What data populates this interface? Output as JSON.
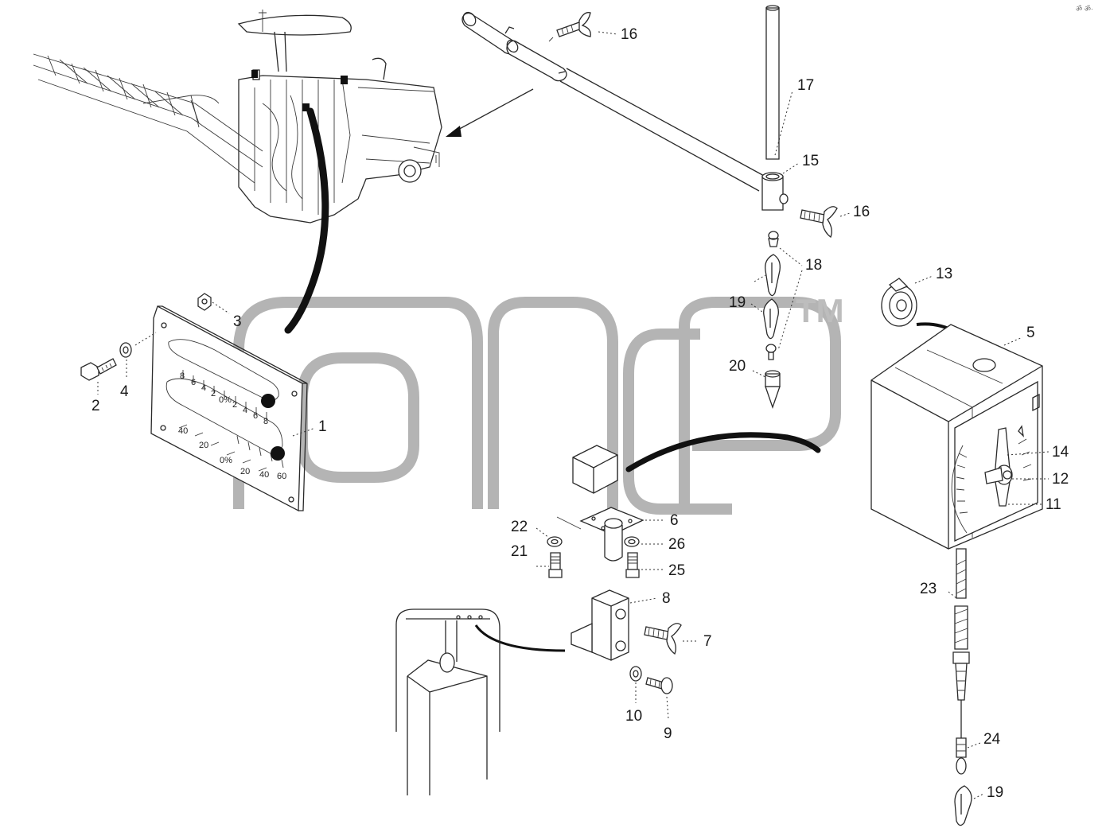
{
  "diagram": {
    "corner_stamp": "ॐ ॐ·",
    "watermark": {
      "trademark": "TM"
    },
    "clinometer_scale": {
      "upper": [
        "8",
        "6",
        "4",
        "2",
        "0%",
        "2",
        "4",
        "6",
        "8"
      ],
      "lower": [
        "40",
        "20",
        "0%",
        "20",
        "40",
        "60"
      ]
    },
    "callouts": [
      {
        "id": "c1",
        "text": "1"
      },
      {
        "id": "c2",
        "text": "2"
      },
      {
        "id": "c3",
        "text": "3"
      },
      {
        "id": "c4",
        "text": "4"
      },
      {
        "id": "c5",
        "text": "5"
      },
      {
        "id": "c6",
        "text": "6"
      },
      {
        "id": "c7",
        "text": "7"
      },
      {
        "id": "c8",
        "text": "8"
      },
      {
        "id": "c9",
        "text": "9"
      },
      {
        "id": "c10",
        "text": "10"
      },
      {
        "id": "c11",
        "text": "11"
      },
      {
        "id": "c12",
        "text": "12"
      },
      {
        "id": "c13",
        "text": "13"
      },
      {
        "id": "c14",
        "text": "14"
      },
      {
        "id": "c15",
        "text": "15"
      },
      {
        "id": "c16a",
        "text": "16"
      },
      {
        "id": "c16b",
        "text": "16"
      },
      {
        "id": "c17",
        "text": "17"
      },
      {
        "id": "c18",
        "text": "18"
      },
      {
        "id": "c19a",
        "text": "19"
      },
      {
        "id": "c19b",
        "text": "19"
      },
      {
        "id": "c20",
        "text": "20"
      },
      {
        "id": "c21",
        "text": "21"
      },
      {
        "id": "c22",
        "text": "22"
      },
      {
        "id": "c23",
        "text": "23"
      },
      {
        "id": "c24",
        "text": "24"
      },
      {
        "id": "c25",
        "text": "25"
      },
      {
        "id": "c26",
        "text": "26"
      }
    ]
  }
}
